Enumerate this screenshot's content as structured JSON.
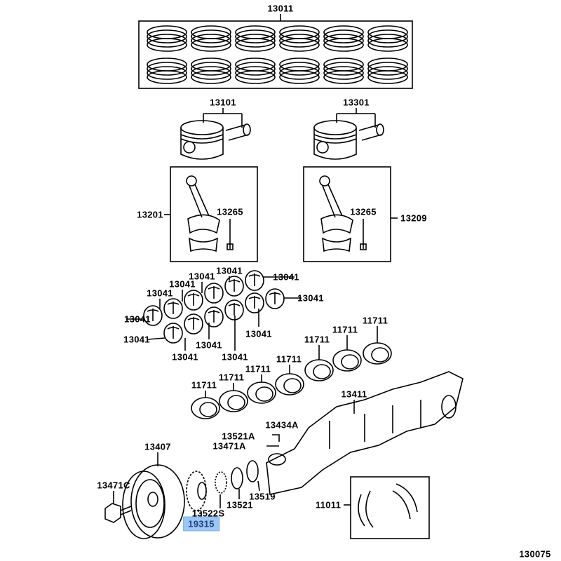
{
  "highlight_color": "#9ec6f2",
  "diagram_id": "130075",
  "labels": {
    "rings": "13011",
    "piston_a": "13101",
    "piston_b": "13301",
    "rod_a": "13201",
    "rod_bolt_a": "13265",
    "rod_bolt_b": "13265",
    "rod_b": "13209",
    "rod_bearing": "13041",
    "main_bearing": "11711",
    "crankshaft": "13411",
    "key_a": "13434A",
    "key_b": "13521A",
    "key_c": "13471A",
    "pulley": "13407",
    "pulley_bolt": "13471C",
    "washer": "13519",
    "gear": "13521",
    "plate": "13522S",
    "sprocket": "19315",
    "thrust_washer": "11011"
  }
}
